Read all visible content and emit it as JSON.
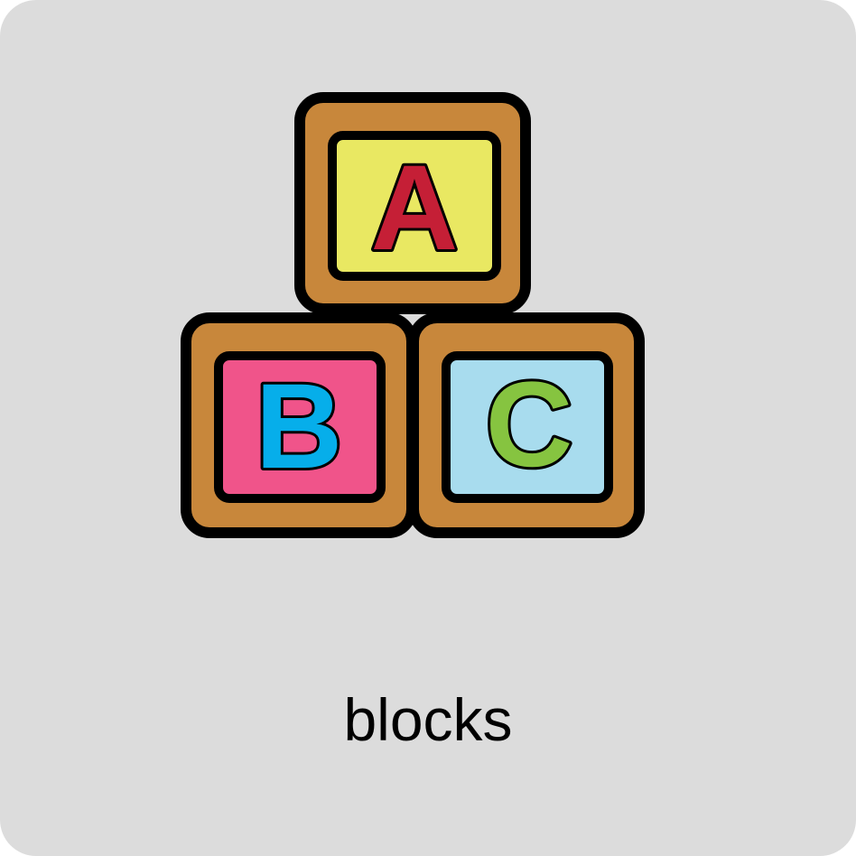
{
  "card": {
    "label": "blocks",
    "background": "#dcdcdc"
  },
  "blocks": {
    "wood_color": "#c8873b",
    "outline_color": "#000000",
    "items": [
      {
        "letter": "A",
        "face_color": "#e9e862",
        "letter_color": "#c51f36"
      },
      {
        "letter": "B",
        "face_color": "#f0548a",
        "letter_color": "#06aeea"
      },
      {
        "letter": "C",
        "face_color": "#a8dcee",
        "letter_color": "#86c440"
      }
    ]
  }
}
